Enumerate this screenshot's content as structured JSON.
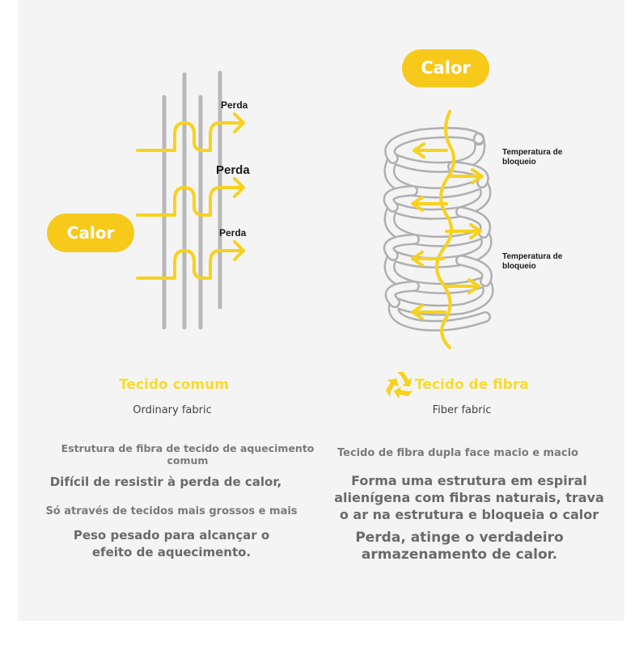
{
  "left": {
    "heat_label": "Calor",
    "loss_labels": [
      "Perda",
      "Perda",
      "Perda"
    ],
    "title": "Tecido comum",
    "subtitle": "Ordinary fabric",
    "desc_1": "Estrutura de fibra de tecido de aquecimento\ncomum",
    "desc_2": "Difícil de resistir à perda de calor,",
    "desc_3": "Só através de tecidos mais grossos e mais",
    "desc_4": "Peso pesado para alcançar o\nefeito de aquecimento."
  },
  "right": {
    "heat_label": "Calor",
    "block_labels": [
      "Temperatura de\nbloqueio",
      "Temperatura de\nbloqueio"
    ],
    "title": "Tecido de fibra",
    "subtitle": "Fiber fabric",
    "desc_1": "Tecido de fibra dupla face macio e macio",
    "desc_2": "Forma uma estrutura em espiral\nalienígena com fibras naturais, trava\no ar na estrutura e bloqueia o calor",
    "desc_3": "Perda, atinge o verdadeiro\narmazenamento de calor."
  },
  "colors": {
    "accent_yellow": "#f7c91b",
    "title_yellow": "#f6dc2c",
    "fiber_gray": "#b5b5b5"
  },
  "icons": [
    "recycle-icon"
  ]
}
